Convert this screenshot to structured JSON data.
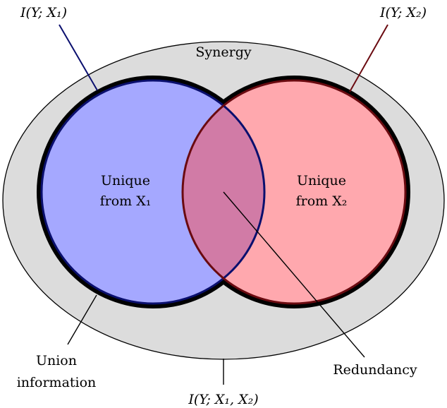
{
  "labels": {
    "synergy": "Synergy",
    "unique_x1_line1": "Unique",
    "unique_x1_line2_prefix": "from",
    "unique_x2_line1": "Unique",
    "unique_x2_line2_prefix": "from",
    "union_line1": "Union",
    "union_line2": "information",
    "redundancy": "Redundancy"
  },
  "math_labels": {
    "mi_x1": "I(Y; X₁)",
    "mi_x2": "I(Y; X₂)",
    "mi_joint": "I(Y; X₁, X₂)",
    "unique_x1_var": "X₁",
    "unique_x2_var": "X₂"
  },
  "colors": {
    "synergy_fill": "#dcdcdc",
    "x1_fill": "#a5a8ff",
    "x2_fill": "#ffa8ae",
    "overlap_fill": "#d17ba6",
    "x1_stroke": "#0a0f6e",
    "x2_stroke": "#6a0a10",
    "outline": "#000000"
  }
}
